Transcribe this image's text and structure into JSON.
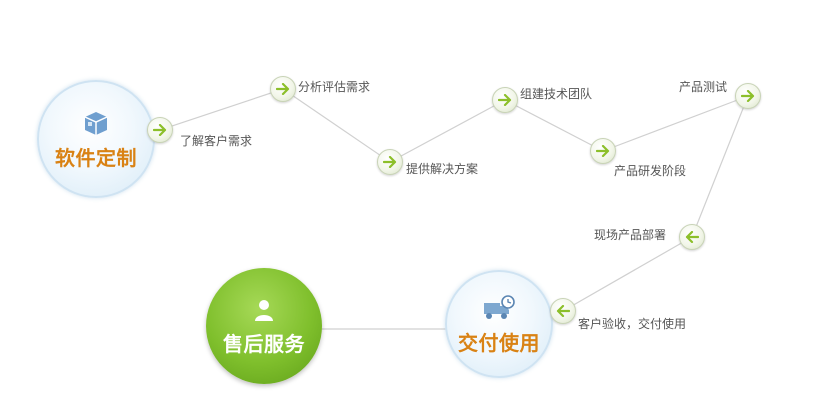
{
  "circles": {
    "start": "软件定制",
    "delivery": "交付使用",
    "after_sales": "售后服务"
  },
  "steps": [
    "了解客户需求",
    "分析评估需求",
    "提供解决方案",
    "组建技术团队",
    "产品研发阶段",
    "产品测试",
    "现场产品部署",
    "客户验收，交付使用"
  ],
  "icons": {
    "start": "package-box-icon",
    "delivery": "delivery-truck-clock-icon",
    "after_sales": "user-person-icon",
    "node_forward": "arrow-right-icon",
    "node_backward": "arrow-left-icon"
  },
  "colors": {
    "orange_text": "#d98214",
    "green_circle": "#7fbf2c",
    "node_arrow": "#8cbf2a",
    "line": "#d0d0d0"
  }
}
